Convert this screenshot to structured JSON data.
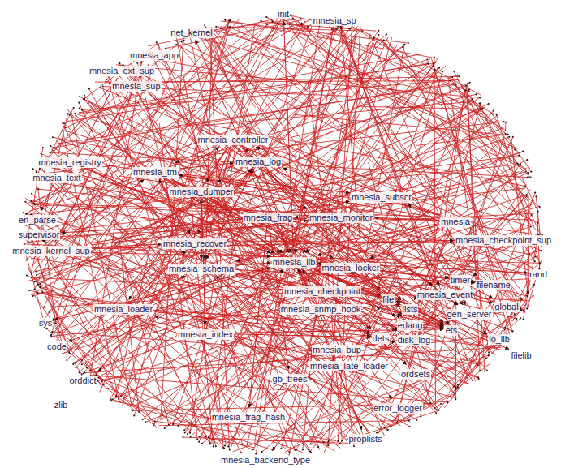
{
  "diagram": {
    "nodes": [
      {
        "text": [
          "init"
        ]
      },
      {
        "text": [
          "mnesia_sp"
        ]
      },
      {
        "text": [
          "net_kernel"
        ]
      },
      {
        "text": [
          "mnesia_app"
        ]
      },
      {
        "text": [
          "mnesia_ext_sup"
        ]
      },
      {
        "text": [
          "mnesia_sup"
        ]
      },
      {
        "text": [
          "mnesia_controller"
        ]
      },
      {
        "text": [
          "mnesia_log"
        ]
      },
      {
        "text": [
          "mnesia_registry"
        ]
      },
      {
        "text": [
          "mnesia_text"
        ]
      },
      {
        "text": [
          "mnesia_tm"
        ]
      },
      {
        "text": [
          "mnesia_dumper"
        ]
      },
      {
        "text": [
          "mnesia_subscr"
        ]
      },
      {
        "text": [
          "mnesia_frag"
        ]
      },
      {
        "text": [
          "mnesia_monitor"
        ]
      },
      {
        "text": [
          "erl_parse"
        ]
      },
      {
        "text": [
          "mnesia"
        ]
      },
      {
        "text": [
          "supervisor"
        ]
      },
      {
        "text": [
          "mnesia_kernel_sup"
        ]
      },
      {
        "text": [
          "mnesia_recover"
        ]
      },
      {
        "text": [
          "mnesia_checkpoint_sup"
        ]
      },
      {
        "text": [
          "mnesia_schema"
        ]
      },
      {
        "text": [
          "mnesia_locker"
        ]
      },
      {
        "text": [
          "mnesia_checkpoint"
        ]
      },
      {
        "text": [
          "mnesia_snmp_hook"
        ]
      },
      {
        "text": [
          "timer"
        ]
      },
      {
        "text": [
          "filename"
        ]
      },
      {
        "text": [
          "rand"
        ]
      },
      {
        "text": [
          "file"
        ]
      },
      {
        "text": [
          "lists"
        ]
      },
      {
        "text": [
          "mnesia_event"
        ]
      },
      {
        "text": [
          "erlang"
        ]
      },
      {
        "text": [
          "gen_server"
        ]
      },
      {
        "text": [
          "global"
        ]
      },
      {
        "text": [
          "mnesia_loader"
        ]
      },
      {
        "text": [
          "sys"
        ]
      },
      {
        "text": [
          "mnesia_index"
        ]
      },
      {
        "text": [
          "ets"
        ]
      },
      {
        "text": [
          "disk_log"
        ]
      },
      {
        "text": [
          "dets"
        ]
      },
      {
        "text": [
          "io_lib"
        ]
      },
      {
        "text": [
          "filelib"
        ]
      },
      {
        "text": [
          "mnesia_bup"
        ]
      },
      {
        "text": [
          "mnesia_late_loader"
        ]
      },
      {
        "text": [
          "code"
        ]
      },
      {
        "text": [
          "ordsets"
        ]
      },
      {
        "text": [
          "orddict"
        ]
      },
      {
        "text": [
          "gb_trees"
        ]
      },
      {
        "text": [
          "zlib"
        ]
      },
      {
        "text": [
          "error_logger"
        ]
      },
      {
        "text": [
          "mnesia_frag_hash"
        ]
      },
      {
        "text": [
          "proplists"
        ]
      },
      {
        "text": [
          "mnesia_backend_type"
        ]
      },
      {
        "text": [
          "mnesia_lib"
        ]
      }
    ],
    "edges": [
      {
        "from": 16,
        "to": 6,
        "arrow": "to"
      },
      {
        "from": 16,
        "to": 7,
        "arrow": "to"
      },
      {
        "from": 16,
        "to": 10,
        "arrow": "to"
      },
      {
        "from": 16,
        "to": 21,
        "arrow": "to"
      },
      {
        "from": 16,
        "to": 22,
        "arrow": "to"
      },
      {
        "from": 16,
        "to": 23,
        "arrow": "to"
      },
      {
        "from": 16,
        "to": 14,
        "arrow": "to"
      },
      {
        "from": 16,
        "to": 12,
        "arrow": "to"
      },
      {
        "from": 16,
        "to": 53,
        "arrow": "to"
      },
      {
        "from": 16,
        "to": 31,
        "arrow": "to"
      },
      {
        "from": 16,
        "to": 29,
        "arrow": "to"
      },
      {
        "from": 16,
        "to": 52,
        "arrow": "to"
      },
      {
        "from": 16,
        "to": 13,
        "arrow": "to"
      },
      {
        "from": 6,
        "to": 53,
        "arrow": "to"
      },
      {
        "from": 6,
        "to": 10,
        "arrow": "to"
      },
      {
        "from": 6,
        "to": 21,
        "arrow": "to"
      },
      {
        "from": 6,
        "to": 19,
        "arrow": "to"
      },
      {
        "from": 6,
        "to": 34,
        "arrow": "to"
      },
      {
        "from": 6,
        "to": 7,
        "arrow": "to"
      },
      {
        "from": 6,
        "to": 11,
        "arrow": "to"
      },
      {
        "from": 6,
        "to": 32,
        "arrow": "to"
      },
      {
        "from": 6,
        "to": 31,
        "arrow": "to"
      },
      {
        "from": 6,
        "to": 29,
        "arrow": "to"
      },
      {
        "from": 6,
        "to": 37,
        "arrow": "to"
      },
      {
        "from": 10,
        "to": 53,
        "arrow": "to"
      },
      {
        "from": 10,
        "to": 22,
        "arrow": "to"
      },
      {
        "from": 10,
        "to": 19,
        "arrow": "to"
      },
      {
        "from": 10,
        "to": 7,
        "arrow": "to"
      },
      {
        "from": 10,
        "to": 23,
        "arrow": "to"
      },
      {
        "from": 10,
        "to": 12,
        "arrow": "to"
      },
      {
        "from": 10,
        "to": 14,
        "arrow": "to"
      },
      {
        "from": 10,
        "to": 37,
        "arrow": "to"
      },
      {
        "from": 10,
        "to": 29,
        "arrow": "to"
      },
      {
        "from": 21,
        "to": 53,
        "arrow": "to"
      },
      {
        "from": 21,
        "to": 11,
        "arrow": "to"
      },
      {
        "from": 21,
        "to": 7,
        "arrow": "to"
      },
      {
        "from": 21,
        "to": 10,
        "arrow": "to"
      },
      {
        "from": 21,
        "to": 37,
        "arrow": "to"
      },
      {
        "from": 21,
        "to": 39,
        "arrow": "to"
      },
      {
        "from": 21,
        "to": 26,
        "arrow": "to"
      },
      {
        "from": 21,
        "to": 28,
        "arrow": "to"
      },
      {
        "from": 21,
        "to": 29,
        "arrow": "to"
      },
      {
        "from": 19,
        "to": 53,
        "arrow": "to"
      },
      {
        "from": 19,
        "to": 38,
        "arrow": "to"
      },
      {
        "from": 19,
        "to": 7,
        "arrow": "to"
      },
      {
        "from": 19,
        "to": 37,
        "arrow": "to"
      },
      {
        "from": 7,
        "to": 53,
        "arrow": "to"
      },
      {
        "from": 7,
        "to": 38,
        "arrow": "to"
      },
      {
        "from": 7,
        "to": 11,
        "arrow": "to"
      },
      {
        "from": 7,
        "to": 21,
        "arrow": "to"
      },
      {
        "from": 7,
        "to": 28,
        "arrow": "to"
      },
      {
        "from": 7,
        "to": 26,
        "arrow": "to"
      },
      {
        "from": 11,
        "to": 53,
        "arrow": "to"
      },
      {
        "from": 11,
        "to": 39,
        "arrow": "to"
      },
      {
        "from": 11,
        "to": 37,
        "arrow": "to"
      },
      {
        "from": 11,
        "to": 21,
        "arrow": "to"
      },
      {
        "from": 11,
        "to": 36,
        "arrow": "to"
      },
      {
        "from": 22,
        "to": 53,
        "arrow": "to"
      },
      {
        "from": 22,
        "to": 37,
        "arrow": "to"
      },
      {
        "from": 22,
        "to": 31,
        "arrow": "to"
      },
      {
        "from": 34,
        "to": 53,
        "arrow": "to"
      },
      {
        "from": 34,
        "to": 19,
        "arrow": "to"
      },
      {
        "from": 34,
        "to": 21,
        "arrow": "to"
      },
      {
        "from": 34,
        "to": 37,
        "arrow": "to"
      },
      {
        "from": 34,
        "to": 39,
        "arrow": "to"
      },
      {
        "from": 36,
        "to": 53,
        "arrow": "to"
      },
      {
        "from": 36,
        "to": 37,
        "arrow": "to"
      },
      {
        "from": 36,
        "to": 39,
        "arrow": "to"
      },
      {
        "from": 14,
        "to": 53,
        "arrow": "to"
      },
      {
        "from": 14,
        "to": 32,
        "arrow": "to"
      },
      {
        "from": 14,
        "to": 17,
        "arrow": "to"
      },
      {
        "from": 14,
        "to": 31,
        "arrow": "to"
      },
      {
        "from": 14,
        "to": 33,
        "arrow": "to"
      },
      {
        "from": 12,
        "to": 53,
        "arrow": "to"
      },
      {
        "from": 12,
        "to": 30,
        "arrow": "to"
      },
      {
        "from": 12,
        "to": 32,
        "arrow": "to"
      },
      {
        "from": 23,
        "to": 53,
        "arrow": "to"
      },
      {
        "from": 23,
        "to": 37,
        "arrow": "to"
      },
      {
        "from": 23,
        "to": 38,
        "arrow": "to"
      },
      {
        "from": 23,
        "to": 39,
        "arrow": "to"
      },
      {
        "from": 42,
        "to": 53,
        "arrow": "to"
      },
      {
        "from": 42,
        "to": 38,
        "arrow": "to"
      },
      {
        "from": 42,
        "to": 21,
        "arrow": "to"
      },
      {
        "from": 42,
        "to": 28,
        "arrow": "to"
      },
      {
        "from": 43,
        "to": 53,
        "arrow": "to"
      },
      {
        "from": 43,
        "to": 34,
        "arrow": "to"
      },
      {
        "from": 43,
        "to": 32,
        "arrow": "to"
      },
      {
        "from": 24,
        "to": 53,
        "arrow": "to"
      },
      {
        "from": 24,
        "to": 37,
        "arrow": "to"
      },
      {
        "from": 13,
        "to": 53,
        "arrow": "to"
      },
      {
        "from": 13,
        "to": 50,
        "arrow": "to"
      },
      {
        "from": 13,
        "to": 47,
        "arrow": "to"
      },
      {
        "from": 13,
        "to": 29,
        "arrow": "to"
      },
      {
        "from": 50,
        "to": 29,
        "arrow": "to"
      },
      {
        "from": 5,
        "to": 17,
        "arrow": "to"
      },
      {
        "from": 5,
        "to": 18,
        "arrow": "to"
      },
      {
        "from": 5,
        "to": 30,
        "arrow": "to"
      },
      {
        "from": 18,
        "to": 17,
        "arrow": "to"
      },
      {
        "from": 18,
        "to": 6,
        "arrow": "to"
      },
      {
        "from": 18,
        "to": 14,
        "arrow": "to"
      },
      {
        "from": 18,
        "to": 10,
        "arrow": "to"
      },
      {
        "from": 18,
        "to": 12,
        "arrow": "to"
      },
      {
        "from": 18,
        "to": 20,
        "arrow": "to"
      },
      {
        "from": 18,
        "to": 19,
        "arrow": "to"
      },
      {
        "from": 3,
        "to": 5,
        "arrow": "to"
      },
      {
        "from": 4,
        "to": 17,
        "arrow": "to"
      },
      {
        "from": 9,
        "to": 15,
        "arrow": "to"
      },
      {
        "from": 9,
        "to": 53,
        "arrow": "to"
      },
      {
        "from": 8,
        "to": 53,
        "arrow": "to"
      },
      {
        "from": 8,
        "to": 37,
        "arrow": "to"
      },
      {
        "from": 53,
        "to": 31,
        "arrow": "to"
      },
      {
        "from": 53,
        "to": 29,
        "arrow": "to"
      },
      {
        "from": 53,
        "to": 37,
        "arrow": "to"
      },
      {
        "from": 53,
        "to": 39,
        "arrow": "to"
      },
      {
        "from": 53,
        "to": 28,
        "arrow": "to"
      },
      {
        "from": 53,
        "to": 26,
        "arrow": "to"
      },
      {
        "from": 53,
        "to": 40,
        "arrow": "to"
      },
      {
        "from": 53,
        "to": 49,
        "arrow": "to"
      },
      {
        "from": 53,
        "to": 44,
        "arrow": "to"
      },
      {
        "from": 53,
        "to": 35,
        "arrow": "to"
      },
      {
        "from": 53,
        "to": 2,
        "arrow": "to"
      },
      {
        "from": 53,
        "to": 0,
        "arrow": "to"
      },
      {
        "from": 53,
        "to": 33,
        "arrow": "to"
      },
      {
        "from": 53,
        "to": 45,
        "arrow": "to"
      },
      {
        "from": 53,
        "to": 46,
        "arrow": "to"
      },
      {
        "from": 53,
        "to": 25,
        "arrow": "to"
      },
      {
        "from": 53,
        "to": 51,
        "arrow": "to"
      },
      {
        "from": 53,
        "to": 27,
        "arrow": "to"
      },
      {
        "from": 53,
        "to": 41,
        "arrow": "to"
      },
      {
        "from": 1,
        "to": 53,
        "arrow": "to"
      },
      {
        "from": 1,
        "to": 32,
        "arrow": "to"
      }
    ]
  }
}
